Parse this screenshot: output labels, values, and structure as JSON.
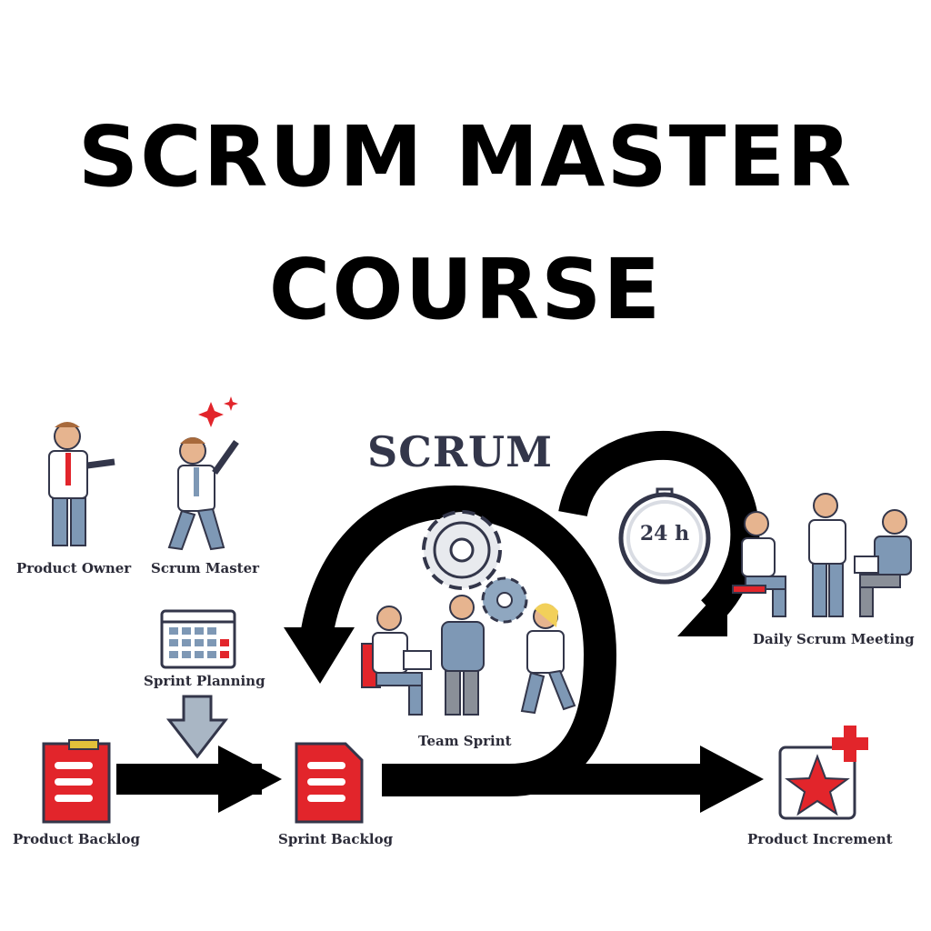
{
  "title": {
    "line1": "SCRUM MASTER",
    "line2": "COURSE"
  },
  "diagram": {
    "heading": "SCRUM",
    "timer": "24 h",
    "labels": {
      "product_owner": "Product Owner",
      "scrum_master": "Scrum Master",
      "sprint_planning": "Sprint Planning",
      "product_backlog": "Product Backlog",
      "sprint_backlog": "Sprint Backlog",
      "team_sprint": "Team Sprint",
      "daily_scrum_meeting": "Daily Scrum Meeting",
      "product_increment": "Product Increment"
    }
  },
  "colors": {
    "red": "#e2252b",
    "steel_blue": "#7e98b5",
    "navy": "#33364a",
    "black": "#000000"
  }
}
